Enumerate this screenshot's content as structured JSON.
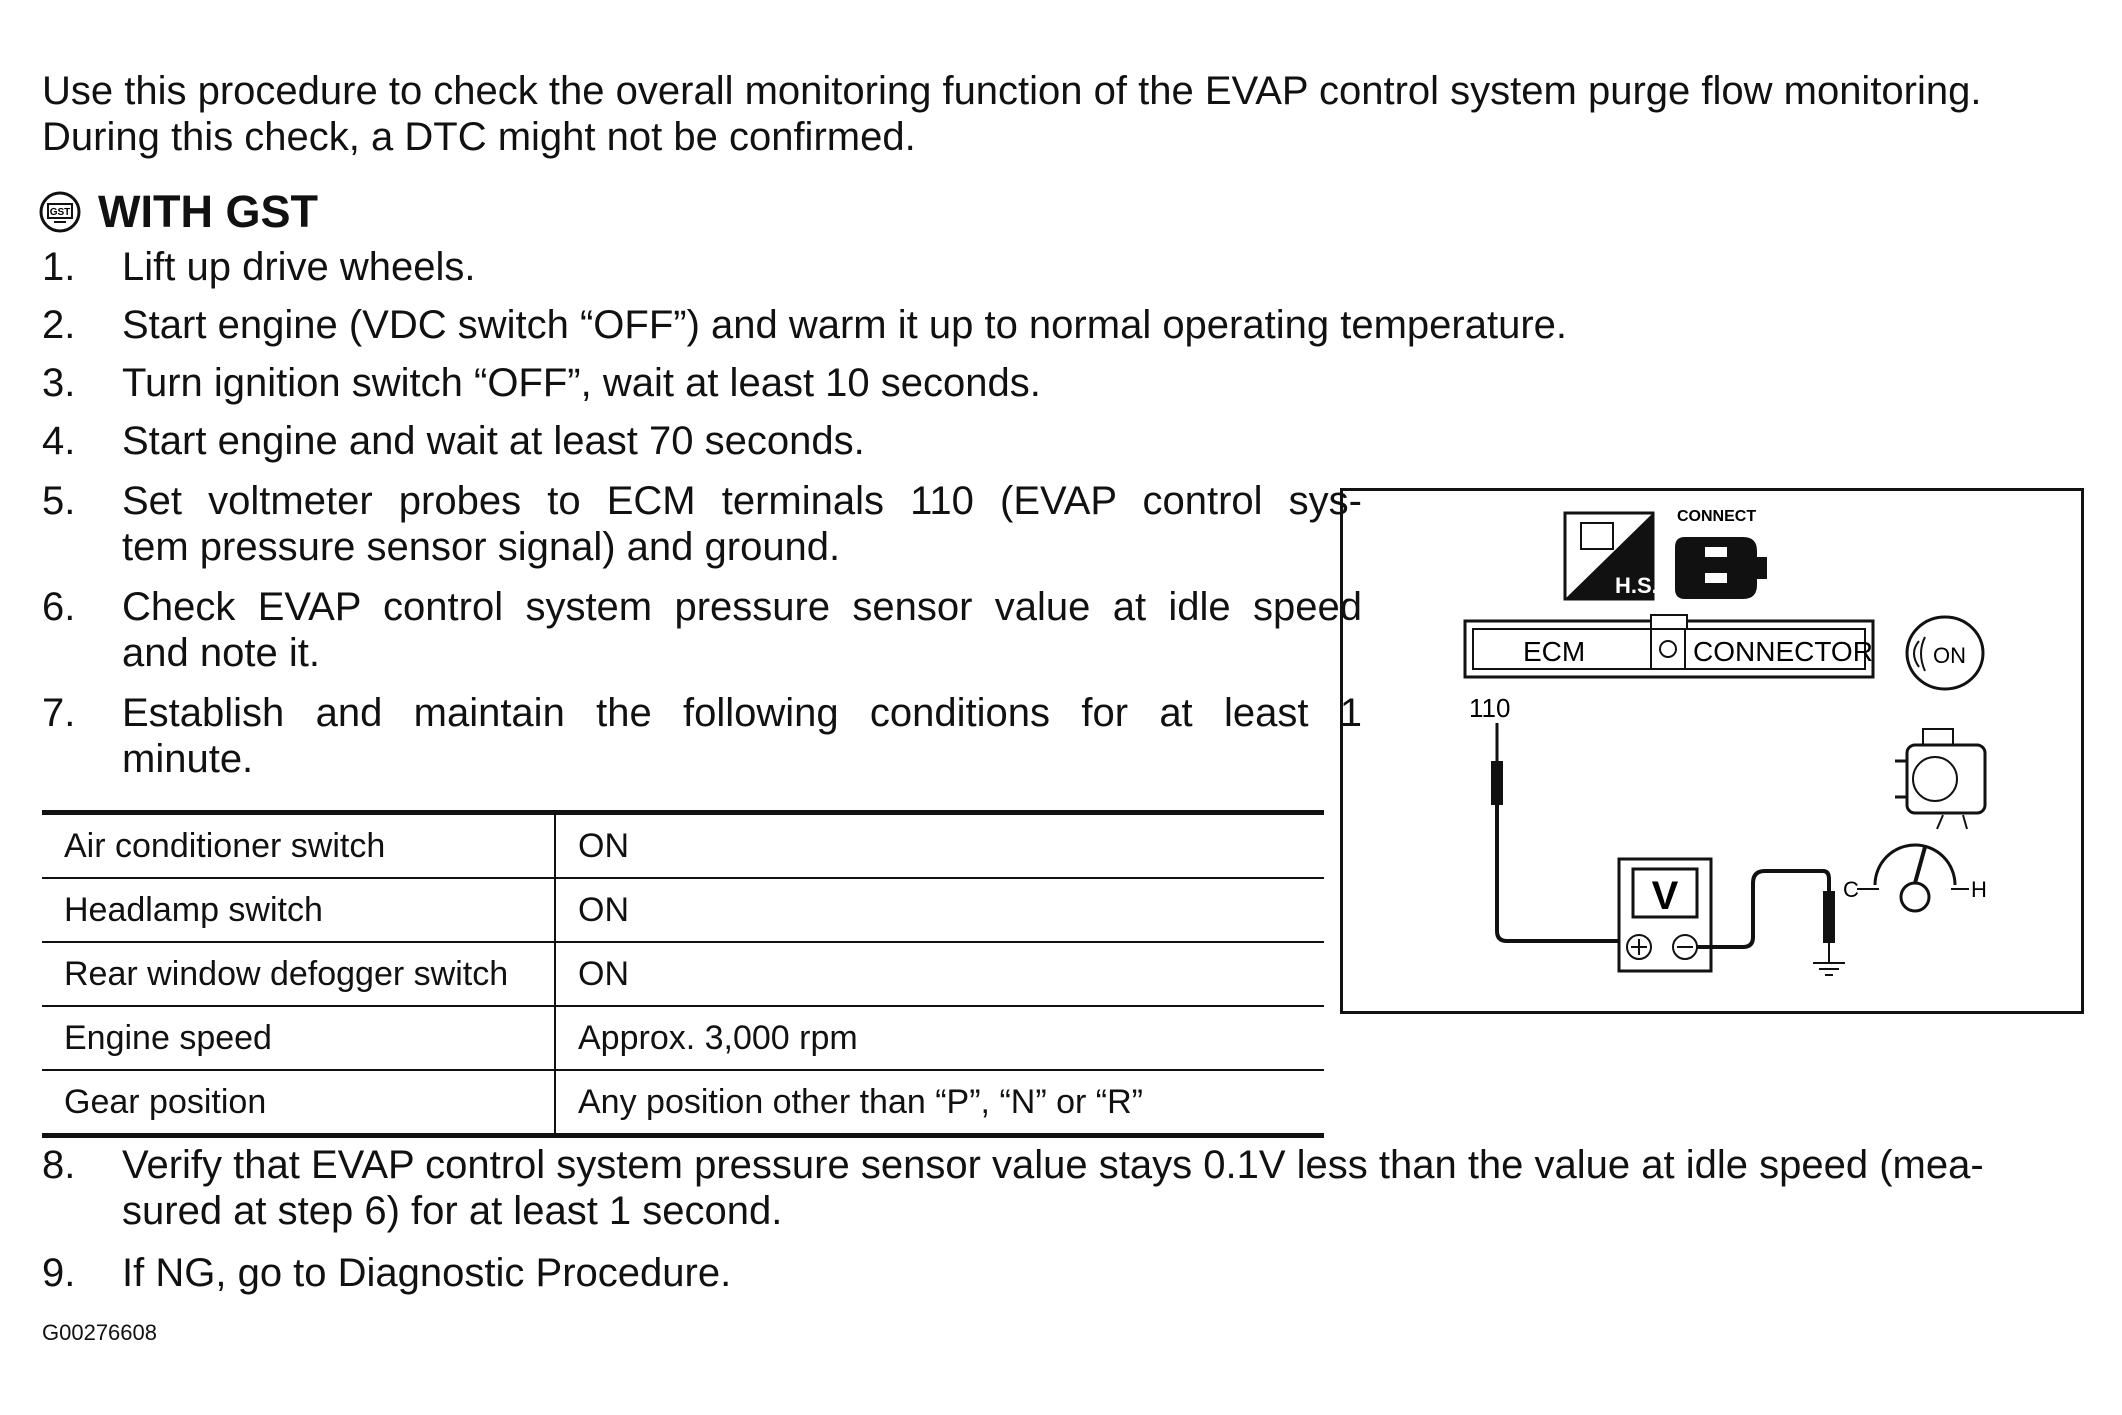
{
  "intro": {
    "line1": "Use this procedure to check the overall monitoring function of the EVAP control system purge flow monitoring.",
    "line2": "During this check, a DTC might not be confirmed."
  },
  "section": {
    "title": "WITH GST",
    "icon_text": "GST",
    "icon": "gst-icon"
  },
  "steps": [
    {
      "num": "1.",
      "lines": [
        "Lift up drive wheels."
      ]
    },
    {
      "num": "2.",
      "lines": [
        "Start engine (VDC switch “OFF”) and warm it up to normal operating temperature."
      ]
    },
    {
      "num": "3.",
      "lines": [
        "Turn ignition switch “OFF”, wait at least 10 seconds."
      ]
    },
    {
      "num": "4.",
      "lines": [
        "Start engine and wait at least 70 seconds."
      ]
    },
    {
      "num": "5.",
      "lines": [
        "Set voltmeter probes to ECM terminals 110 (EVAP control sys-",
        "tem pressure sensor signal) and ground."
      ]
    },
    {
      "num": "6.",
      "lines": [
        "Check EVAP control system pressure sensor value at idle speed",
        "and note it."
      ]
    },
    {
      "num": "7.",
      "lines": [
        "Establish and maintain the following conditions for at least 1",
        "minute."
      ]
    },
    {
      "num": "8.",
      "lines": [
        "Verify that EVAP control system pressure sensor value stays 0.1V less than the value at idle speed (mea-",
        "sured at step 6) for at least 1 second."
      ]
    },
    {
      "num": "9.",
      "lines": [
        "If NG, go to Diagnostic Procedure."
      ]
    }
  ],
  "conditions": [
    {
      "item": "Air conditioner switch",
      "value": "ON"
    },
    {
      "item": "Headlamp switch",
      "value": "ON"
    },
    {
      "item": "Rear window defogger switch",
      "value": "ON"
    },
    {
      "item": "Engine speed",
      "value": "Approx. 3,000 rpm"
    },
    {
      "item": "Gear position",
      "value": "Any position other than “P”, “N” or “R”"
    }
  ],
  "figure": {
    "hs_label": "H.S.",
    "connect_label": "CONNECT",
    "ecm_label": "ECM",
    "connector_label": "CONNECTOR",
    "terminal": "110",
    "voltmeter_label": "V",
    "key_label": "ON",
    "temp_cold": "C",
    "temp_hot": "H",
    "icons": [
      "hs-icon",
      "connect-icon",
      "ignition-key-icon",
      "engine-icon",
      "temperature-gauge-icon",
      "ground-icon"
    ]
  },
  "figure_code": "G00276608"
}
